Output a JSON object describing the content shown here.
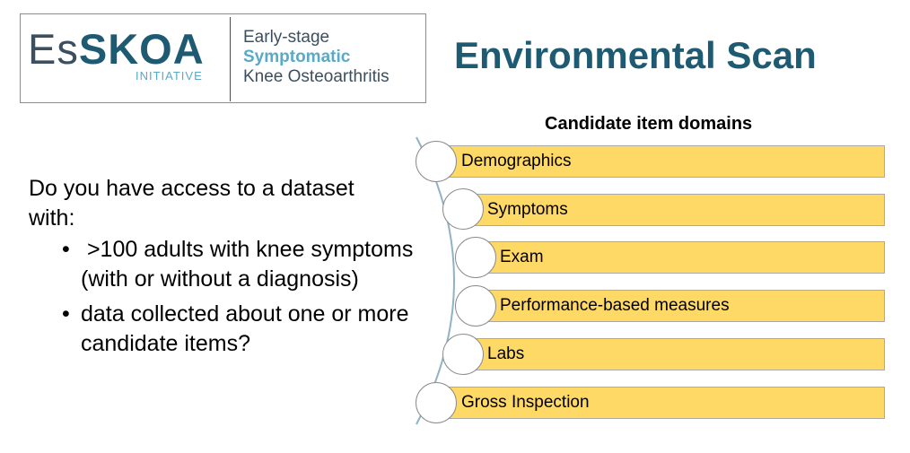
{
  "logo": {
    "main_es": "Es",
    "main_skoa": "SKOA",
    "initiative": "INITIATIVE",
    "line1": "Early-stage",
    "line2": "Symptomatic",
    "line3": "Knee Osteoarthritis"
  },
  "title": "Environmental Scan",
  "question": {
    "intro_line1": "Do you have access to a dataset",
    "intro_line2": "with:",
    "bullets": [
      " >100 adults with knee symptoms (with or without a diagnosis)",
      "data collected about one or more candidate items?"
    ]
  },
  "domains": {
    "heading": "Candidate item domains",
    "items": [
      "Demographics",
      "Symptoms",
      "Exam",
      "Performance-based measures",
      "Labs",
      "Gross Inspection"
    ]
  },
  "colors": {
    "title": "#1f5a73",
    "bar_fill": "#ffd966",
    "logo_accent": "#59a9c8"
  }
}
